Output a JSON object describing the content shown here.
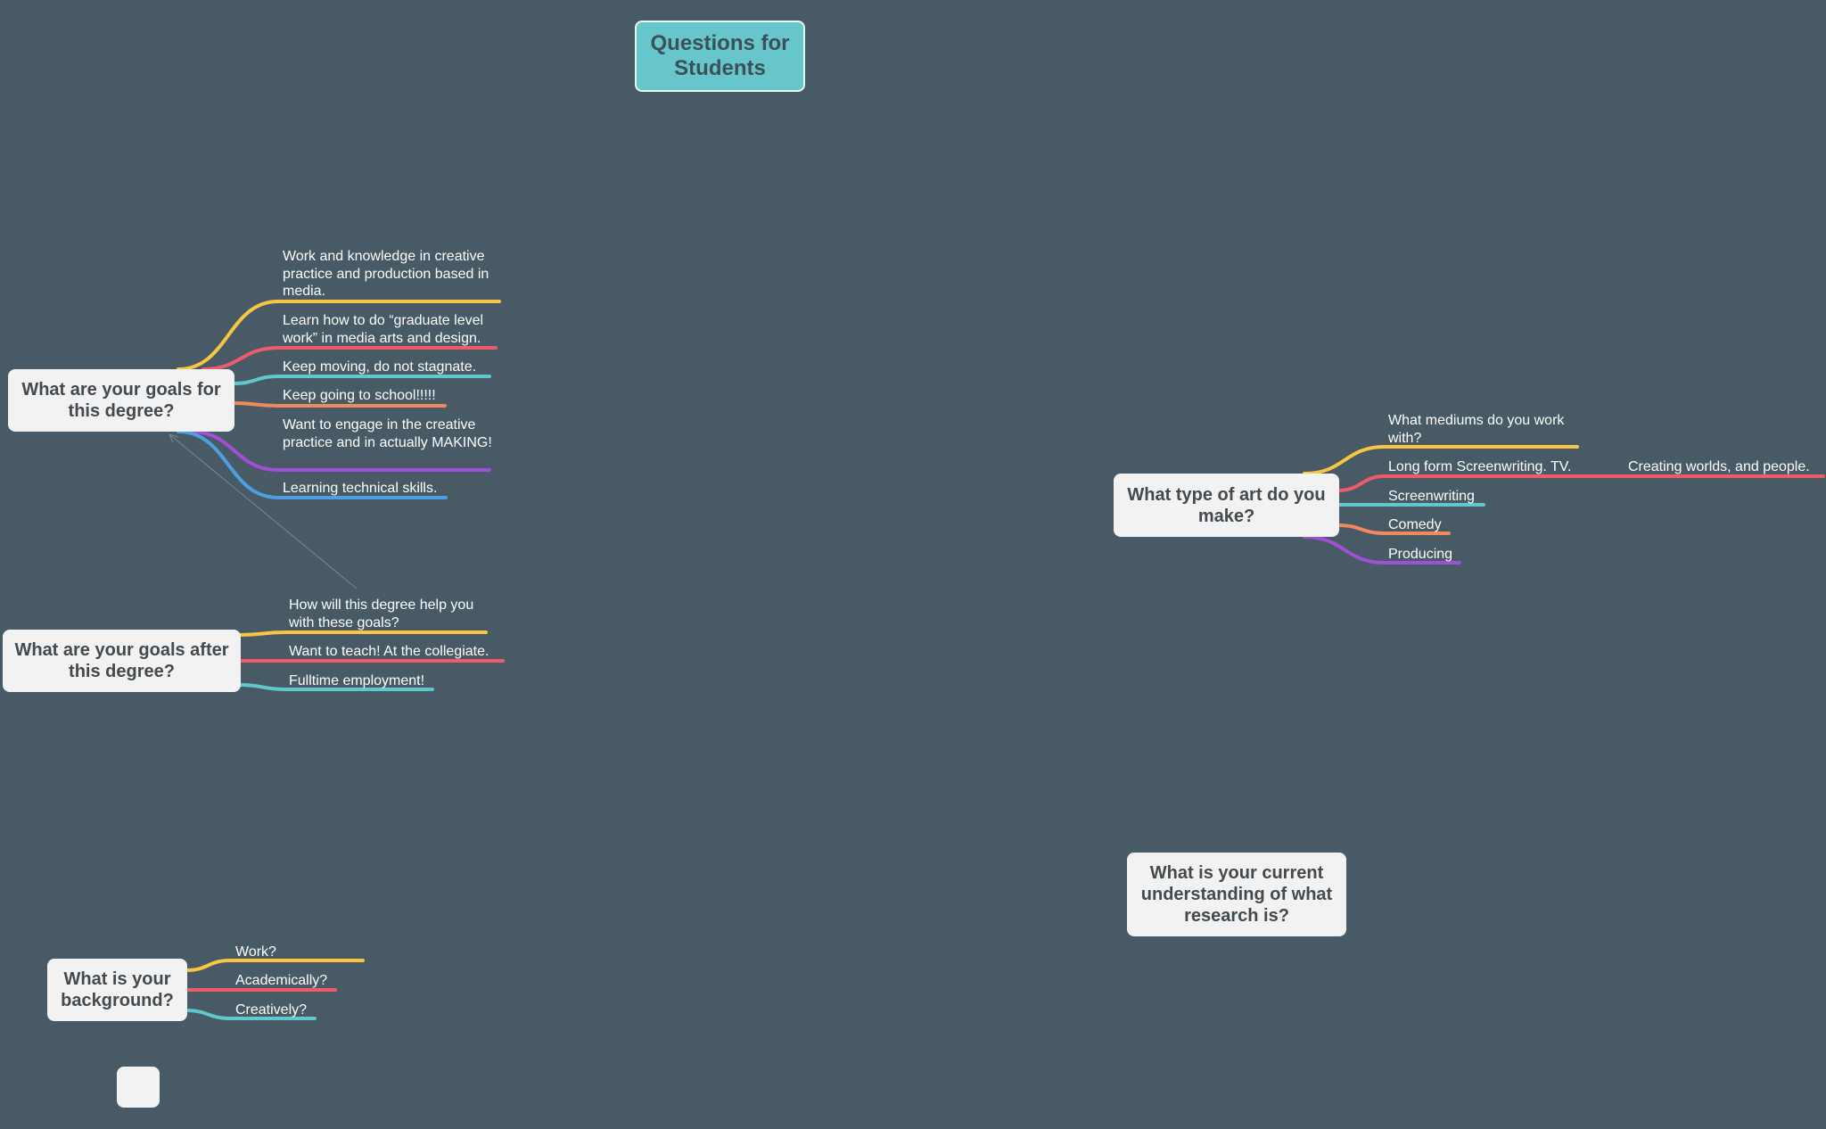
{
  "root": {
    "label": "Questions for Students",
    "color": "#66c6cc"
  },
  "branch_colors": {
    "yellow": "#f7c744",
    "red": "#ee5b6a",
    "teal": "#5fc8cc",
    "orange": "#f08a5d",
    "purple": "#a24fd6",
    "blue": "#4f9ee0"
  },
  "topics": {
    "goals_for_degree": {
      "label": "What are your goals for this degree?",
      "subtopics": [
        "Work and knowledge in creative practice and production based in media.",
        "Learn how to do “graduate level work” in media arts and design.",
        "Keep moving, do not stagnate.",
        "Keep going to school!!!!!",
        "Want to engage in the creative practice and in actually MAKING!",
        "Learning technical skills."
      ]
    },
    "goals_after_degree": {
      "label": "What are your goals after this degree?",
      "subtopics": [
        "How will this degree help you with these goals?",
        "Want to teach! At the collegiate.",
        "Fulltime employment!"
      ]
    },
    "background": {
      "label": "What is your background?",
      "subtopics": [
        "Work?",
        "Academically?",
        "Creatively?"
      ]
    },
    "type_of_art": {
      "label": "What type of art do you make?",
      "subtopics": [
        "What mediums do you work with?",
        "Long form Screenwriting. TV.",
        "Screenwriting",
        "Comedy",
        "Producing"
      ],
      "sub_subtopic": "Creating worlds, and people."
    },
    "research": {
      "label": "What is your current understanding of what research is?"
    }
  }
}
